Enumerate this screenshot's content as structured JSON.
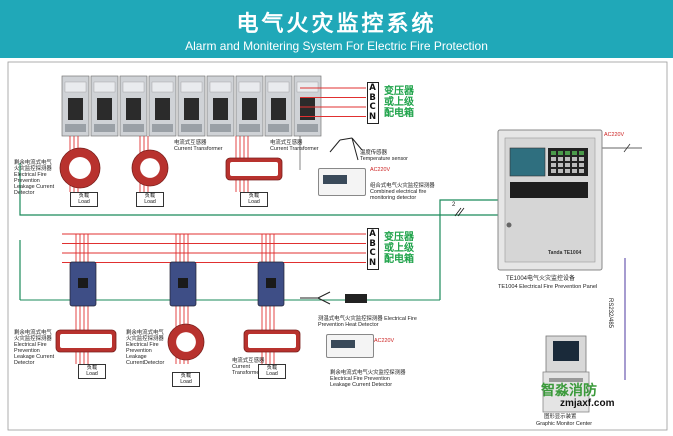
{
  "header": {
    "title_cn": "电气火灾监控系统",
    "title_en": "Alarm and Monitering System For Electric Fire Protection"
  },
  "colors": {
    "header_bg": "#20a8b8",
    "bus_line": "#1a8a5a",
    "wire": "#e03030",
    "comm_line": "#6a5ab0",
    "green_label": "#1fa34a",
    "ct_red": "#b8322e"
  },
  "phases": [
    "A",
    "B",
    "C",
    "N"
  ],
  "transformer_label": "变压器\n或上级\n配电箱",
  "top_section": {
    "leakage_detector": "剩余电流式电气\n火灾监控探测器\nElectrical Fire\nPrevention\nLeakage Current\nDetector",
    "current_transformer_1": "电流式互感器\nCurrent Transformer",
    "current_transformer_2": "电流式互感器\nCurrent Transformer",
    "temperature_sensor": "温度传感器\nTemperature sensor",
    "combined_detector": "组合式电气火灾监控探测器\nCombined electrical fire\nmonitoring detector",
    "ac_label": "AC220V",
    "loads": [
      "负载\nLoad",
      "负载\nLoad",
      "负载\nLoad"
    ]
  },
  "bottom_section": {
    "leakage_detector_1": "剩余电流式电气\n火灾监控探测器\nElectrical Fire\nPrevention\nLeakage Current\nDetector",
    "leakage_detector_2": "剩余电流式电气\n火灾监控探测器\nElectrical Fire\nPrevention\nLeakage\nCurrentDetector",
    "current_transformer": "电流式互感器\nCurrent\nTransformer",
    "heat_detector": "测温式电气火灾监控探测器 Electrical Fire Prevention Heat Detector",
    "leakage_detector_3": "剩余电流式电气火灾监控探测器\nElectrical Fire Prevention\nLeakage Current Detector",
    "ac_label": "AC220V",
    "loads": [
      "负载\nLoad",
      "负载\nLoad",
      "负载\nLoad"
    ]
  },
  "panel": {
    "ac_label": "AC220V",
    "brand": "Tanda",
    "brand_model": "TE1004",
    "label_cn": "TE1004电气火灾监控设备",
    "label_en": "TE1004  Electrical Fire Prevention Panel"
  },
  "comm_label": "RS232/485",
  "bus_slash": "2",
  "monitor": {
    "label_cn": "图形显示装置",
    "label_en": "Graphic Monitor Center"
  },
  "watermark": {
    "name": "智淼消防",
    "url": "zmjaxf.com"
  }
}
